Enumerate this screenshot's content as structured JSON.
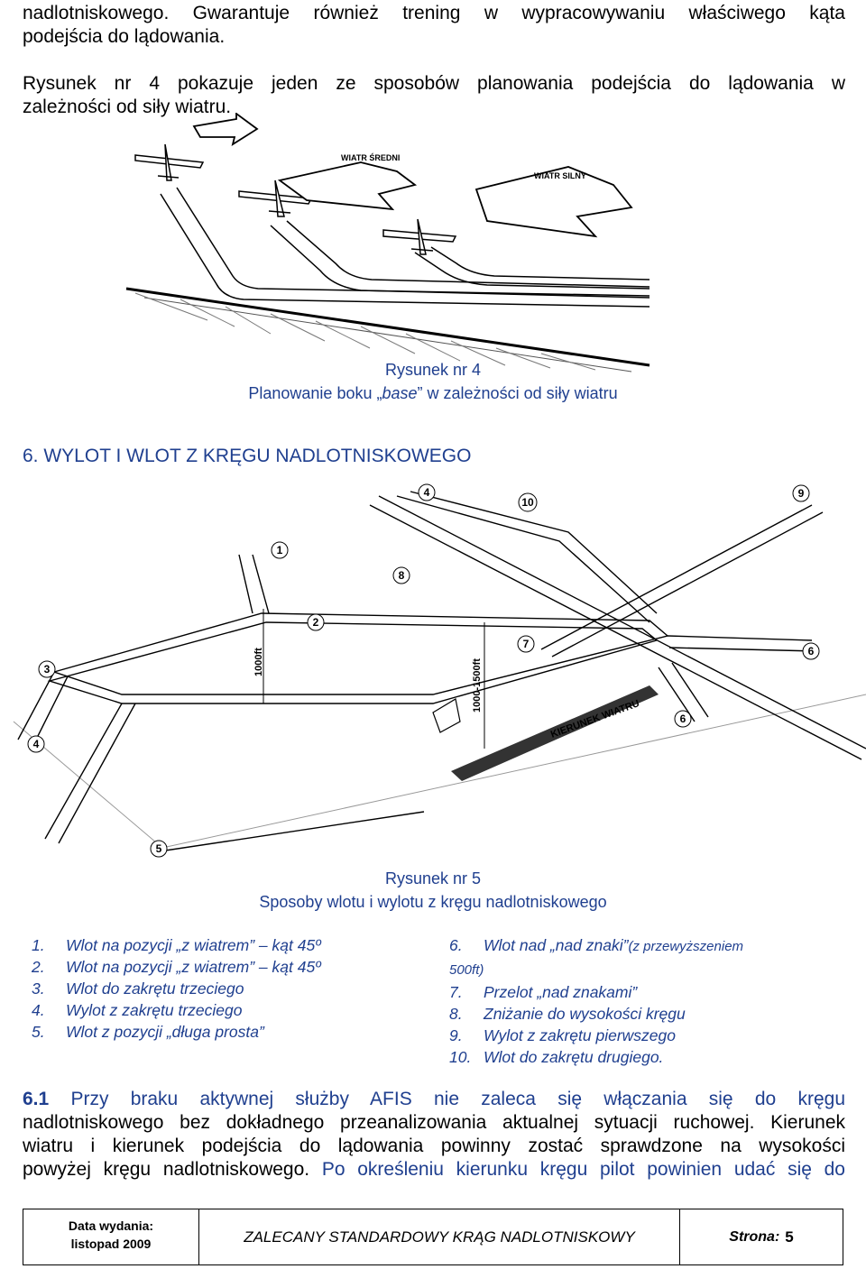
{
  "intro": {
    "line1": "nadlotniskowego. Gwarantuje również trening w wypracowywaniu właściwego kąta",
    "line2": "podejścia do lądowania.",
    "line3": "Rysunek nr 4 pokazuje jeden ze sposobów planowania podejścia do lądowania w",
    "line4": "zależności od siły wiatru."
  },
  "figure4": {
    "label_medium_wind": "WIATR ŚREDNI",
    "label_strong_wind": "WIATR SILNY",
    "caption_title": "Rysunek nr 4",
    "caption_pre": "Planowanie boku „",
    "caption_em": "base",
    "caption_post": "” w zależności od siły wiatru"
  },
  "section6": {
    "heading": "6. WYLOT I WLOT Z KRĘGU NADLOTNISKOWEGO"
  },
  "figure5": {
    "alt_1000": "1000ft",
    "alt_range": "1000-1500ft",
    "wind_label": "KIERUNEK WIATRU",
    "markers": [
      "1",
      "2",
      "3",
      "4",
      "4",
      "5",
      "6",
      "6",
      "7",
      "8",
      "9",
      "10"
    ],
    "caption_title": "Rysunek nr 5",
    "caption_sub": "Sposoby wlotu i wylotu z kręgu nadlotniskowego"
  },
  "legend_left": [
    {
      "num": "1.",
      "text": "Wlot na pozycji „z wiatrem” – kąt 45º"
    },
    {
      "num": "2.",
      "text": "Wlot na pozycji „z wiatrem” – kąt 45º"
    },
    {
      "num": "3.",
      "text": "Wlot do zakrętu trzeciego"
    },
    {
      "num": "4.",
      "text": "Wylot z zakrętu trzeciego"
    },
    {
      "num": "5.",
      "text": "Wlot z pozycji „długa prosta”"
    }
  ],
  "legend_right": {
    "item6_num": "6.",
    "item6_text": "Wlot nad „nad znaki”",
    "item6_note_a": "(z przewyższeniem",
    "item6_note_b": "500ft)",
    "items": [
      {
        "num": "7.",
        "text": "Przelot „nad znakami”"
      },
      {
        "num": "8.",
        "text": "Zniżanie do wysokości kręgu"
      },
      {
        "num": "9.",
        "text": "Wylot z zakrętu pierwszego"
      },
      {
        "num": "10.",
        "text": "Wlot do zakrętu drugiego."
      }
    ]
  },
  "para61": {
    "num": "6.1",
    "line1": " Przy braku aktywnej służby AFIS nie zaleca się włączania się do kręgu",
    "line2": "nadlotniskowego bez dokładnego przeanalizowania aktualnej sytuacji ruchowej. Kierunek",
    "line3": "wiatru i kierunek podejścia do lądowania powinny zostać sprawdzone na wysokości",
    "line4a": "powyżej kręgu nadlotniskowego.",
    "line4b": " Po określeniu kierunku kręgu pilot powinien udać się do"
  },
  "footer": {
    "issue_label": "Data wydania:",
    "issue_value": "listopad 2009",
    "title": "ZALECANY STANDARDOWY KRĄG NADLOTNISKOWY",
    "page_label": "Strona:",
    "page_value": "5"
  }
}
